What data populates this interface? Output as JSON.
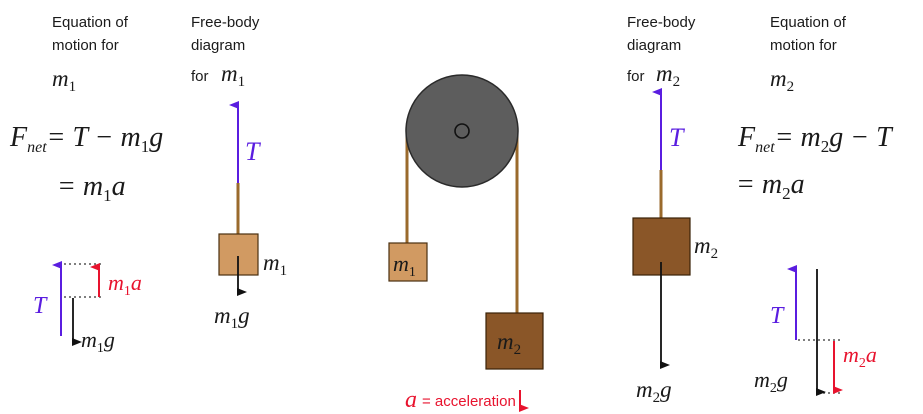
{
  "colors": {
    "force_blue": "#5a1de0",
    "accel_red": "#e8132e",
    "rope": "#9a6a2c",
    "mass1_fill": "#d19a62",
    "mass2_fill": "#8a5628",
    "pulley": "#5d5d5d",
    "text": "#1a1a1a"
  },
  "left": {
    "eq_heading_line1": "Equation of",
    "eq_heading_line2": "motion for",
    "eq_mass": "m",
    "eq_mass_sub": "1",
    "fbd_heading_line1": "Free-body",
    "fbd_heading_line2": "diagram",
    "fbd_heading_for": "for",
    "fbd_mass": "m",
    "fbd_mass_sub": "1",
    "eq1_F": "F",
    "eq1_net": "net",
    "eq1_rhs_a": "= T − m",
    "eq1_sub": "1",
    "eq1_rhs_b": "g",
    "eq2_a": "= m",
    "eq2_sub": "1",
    "eq2_b": "a",
    "tension_label": "T",
    "block_label": "m",
    "block_sub": "1",
    "weight_label": "m",
    "weight_sub": "1",
    "weight_tail": "g",
    "vec_T": "T",
    "vec_ma_m": "m",
    "vec_ma_sub": "1",
    "vec_ma_a": "a",
    "vec_mg_m": "m",
    "vec_mg_sub": "1",
    "vec_mg_g": "g"
  },
  "center": {
    "mass1_label": "m",
    "mass1_sub": "1",
    "mass2_label": "m",
    "mass2_sub": "2",
    "accel_symbol": "a",
    "accel_text": "= acceleration"
  },
  "right": {
    "fbd_heading_line1": "Free-body",
    "fbd_heading_line2": "diagram",
    "fbd_heading_for": "for",
    "fbd_mass": "m",
    "fbd_mass_sub": "2",
    "eq_heading_line1": "Equation of",
    "eq_heading_line2": "motion for",
    "eq_mass": "m",
    "eq_mass_sub": "2",
    "tension_label": "T",
    "block_label": "m",
    "block_sub": "2",
    "weight_label": "m",
    "weight_sub": "2",
    "weight_tail": "g",
    "eq1_F": "F",
    "eq1_net": "net",
    "eq1_rhs_a": "= m",
    "eq1_sub": "2",
    "eq1_rhs_b": "g − T",
    "eq2_a": "= m",
    "eq2_sub": "2",
    "eq2_b": "a",
    "vec_T": "T",
    "vec_mg_m": "m",
    "vec_mg_sub": "2",
    "vec_mg_g": "g",
    "vec_ma_m": "m",
    "vec_ma_sub": "2",
    "vec_ma_a": "a"
  }
}
